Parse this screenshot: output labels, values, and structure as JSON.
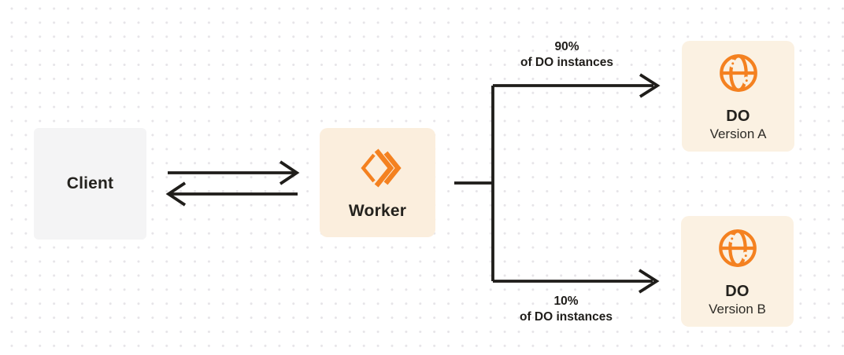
{
  "colors": {
    "background": "#ffffff",
    "dot": "#e6e4e8",
    "line": "#1f1d1a",
    "accent": "#f48120",
    "client-bg": "#f4f4f5",
    "worker-bg": "#fbeedd",
    "do-bg": "#fbf1e2",
    "text": "#24221e",
    "subtext": "#2e2c27"
  },
  "nodes": {
    "client": {
      "label": "Client"
    },
    "worker": {
      "label": "Worker",
      "icon": "workers-chevron-icon"
    },
    "do_a": {
      "title": "DO",
      "subtitle": "Version A",
      "icon": "globe-icon"
    },
    "do_b": {
      "title": "DO",
      "subtitle": "Version B",
      "icon": "globe-icon"
    }
  },
  "edges": {
    "client_worker": {
      "type": "bidirectional-arrows"
    },
    "top_branch": {
      "percent": "90%",
      "caption": "of DO instances"
    },
    "bottom_branch": {
      "percent": "10%",
      "caption": "of DO instances"
    }
  }
}
